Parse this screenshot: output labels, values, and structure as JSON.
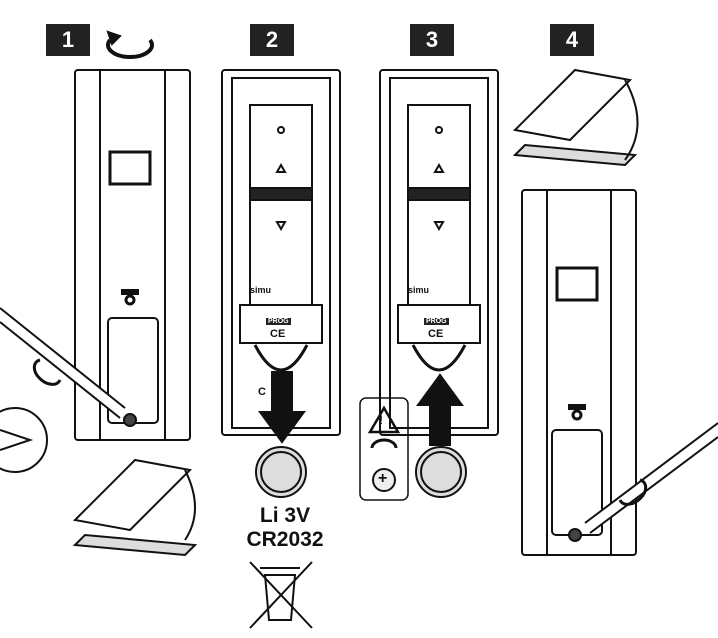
{
  "steps": [
    {
      "number": "1"
    },
    {
      "number": "2"
    },
    {
      "number": "3"
    },
    {
      "number": "4"
    }
  ],
  "battery": {
    "voltage": "Li 3V",
    "model": "CR2032",
    "partial_model": "C     2"
  },
  "brand": "simu",
  "prog_label": "PROG",
  "ce_mark": "CE",
  "warning": {
    "plus_sign": "+",
    "exclamation": "!"
  },
  "icons": [
    "rotate-arrow-icon",
    "screwdriver-icon",
    "down-arrow-icon",
    "up-arrow-icon",
    "warning-icon",
    "crossed-bin-icon",
    "battery-icon"
  ]
}
